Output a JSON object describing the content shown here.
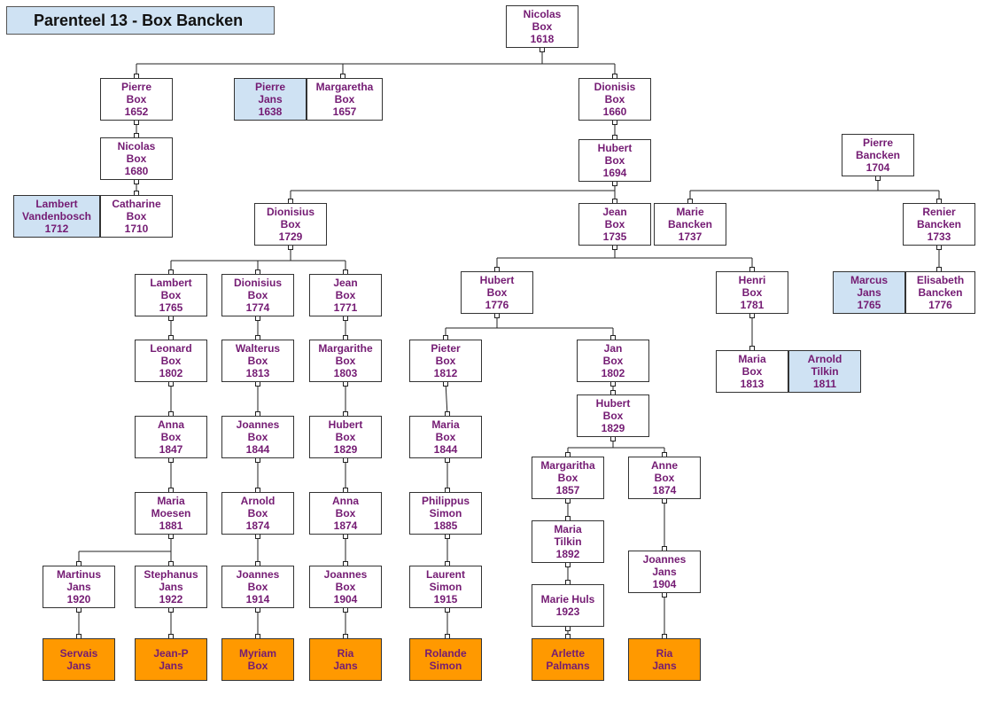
{
  "title": "Parenteel 13 - Box Bancken",
  "persons": {
    "nicolas_1618": [
      "Nicolas",
      "Box",
      "1618"
    ],
    "pierre_1652": [
      "Pierre",
      "Box",
      "1652"
    ],
    "pierre_jans_1638": [
      "Pierre",
      "Jans",
      "1638"
    ],
    "margaretha_1657": [
      "Margaretha",
      "Box",
      "1657"
    ],
    "dionisis_1660": [
      "Dionisis",
      "Box",
      "1660"
    ],
    "nicolas_1680": [
      "Nicolas",
      "Box",
      "1680"
    ],
    "hubert_1694": [
      "Hubert",
      "Box",
      "1694"
    ],
    "pierre_bancken_1704": [
      "Pierre",
      "Bancken",
      "1704"
    ],
    "lambert_vandenbosch_1712": [
      "Lambert",
      "Vandenbosch",
      "1712"
    ],
    "catharine_1710": [
      "Catharine",
      "Box",
      "1710"
    ],
    "dionisius_1729": [
      "Dionisius",
      "Box",
      "1729"
    ],
    "jean_1735": [
      "Jean",
      "Box",
      "1735"
    ],
    "marie_bancken_1737": [
      "Marie",
      "Bancken",
      "1737"
    ],
    "renier_bancken_1733": [
      "Renier",
      "Bancken",
      "1733"
    ],
    "lambert_1765": [
      "Lambert",
      "Box",
      "1765"
    ],
    "dionisius_1774": [
      "Dionisius",
      "Box",
      "1774"
    ],
    "jean_1771": [
      "Jean",
      "Box",
      "1771"
    ],
    "hubert_1776": [
      "Hubert",
      "Box",
      "1776"
    ],
    "henri_1781": [
      "Henri",
      "Box",
      "1781"
    ],
    "marcus_jans_1765": [
      "Marcus",
      "Jans",
      "1765"
    ],
    "elisabeth_bancken_1776": [
      "Elisabeth",
      "Bancken",
      "1776"
    ],
    "leonard_1802": [
      "Leonard",
      "Box",
      "1802"
    ],
    "walterus_1813": [
      "Walterus",
      "Box",
      "1813"
    ],
    "margarithe_1803": [
      "Margarithe",
      "Box",
      "1803"
    ],
    "pieter_1812": [
      "Pieter",
      "Box",
      "1812"
    ],
    "jan_1802": [
      "Jan",
      "Box",
      "1802"
    ],
    "maria_1813": [
      "Maria",
      "Box",
      "1813"
    ],
    "arnold_tilkin_1811": [
      "Arnold",
      "Tilkin",
      "1811"
    ],
    "hubert_1829b": [
      "Hubert",
      "Box",
      "1829"
    ],
    "anna_1847": [
      "Anna",
      "Box",
      "1847"
    ],
    "joannes_1844": [
      "Joannes",
      "Box",
      "1844"
    ],
    "hubert_1829a": [
      "Hubert",
      "Box",
      "1829"
    ],
    "maria_1844": [
      "Maria",
      "Box",
      "1844"
    ],
    "margaritha_1857": [
      "Margaritha",
      "Box",
      "1857"
    ],
    "anne_1874": [
      "Anne",
      "Box",
      "1874"
    ],
    "maria_moesen_1881": [
      "Maria",
      "Moesen",
      "1881"
    ],
    "arnold_1874": [
      "Arnold",
      "Box",
      "1874"
    ],
    "anna_1874": [
      "Anna",
      "Box",
      "1874"
    ],
    "philippus_simon_1885": [
      "Philippus",
      "Simon",
      "1885"
    ],
    "maria_tilkin_1892": [
      "Maria",
      "Tilkin",
      "1892"
    ],
    "joannes_jans_1904": [
      "Joannes",
      "Jans",
      "1904"
    ],
    "martinus_jans_1920": [
      "Martinus",
      "Jans",
      "1920"
    ],
    "stephanus_jans_1922": [
      "Stephanus",
      "Jans",
      "1922"
    ],
    "joannes_1914": [
      "Joannes",
      "Box",
      "1914"
    ],
    "joannes_1904": [
      "Joannes",
      "Box",
      "1904"
    ],
    "laurent_simon_1915": [
      "Laurent",
      "Simon",
      "1915"
    ],
    "marie_huls_1923": [
      "Marie Huls",
      "1923"
    ],
    "servais_jans": [
      "Servais",
      "Jans"
    ],
    "jean_p_jans": [
      "Jean-P",
      "Jans"
    ],
    "myriam_box": [
      "Myriam",
      "Box"
    ],
    "ria_jans_a": [
      "Ria",
      "Jans"
    ],
    "rolande_simon": [
      "Rolande",
      "Simon"
    ],
    "arlette_palmans": [
      "Arlette",
      "Palmans"
    ],
    "ria_jans_b": [
      "Ria",
      "Jans"
    ]
  },
  "colors": {
    "name_text": "#741b73",
    "spouse_fill": "#cfe2f3",
    "descendant_fill": "#ff9900",
    "title_fill": "#cfe2f3",
    "line": "#222222"
  }
}
